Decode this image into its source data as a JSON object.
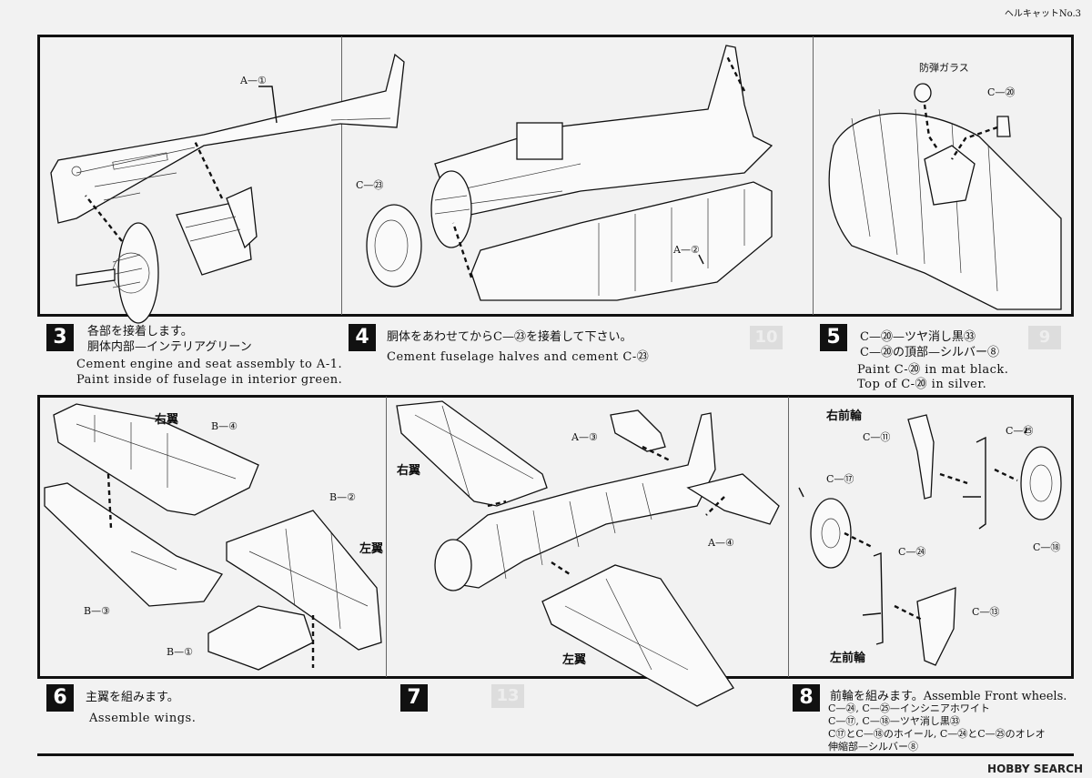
{
  "header": {
    "page_label": "ヘルキャットNo.3"
  },
  "steps": [
    {
      "num": "3",
      "jp1": "各部を接着します。",
      "jp2": "胴体内部—インテリアグリーン",
      "en1": "Cement engine and seat assembly to A-1.",
      "en2": "Paint inside of fuselage in interior green."
    },
    {
      "num": "4",
      "jp1": "胴体をあわせてからC—㉓を接着して下さい。",
      "en1": "Cement fuselage halves and cement C-㉓"
    },
    {
      "num": "5",
      "jp1": "C—⑳—ツヤ消し黒㉝",
      "jp2": "C—⑳の頂部—シルバー⑧",
      "en1": "Paint C-⑳ in mat black.",
      "en2": "Top of C-⑳ in silver."
    },
    {
      "num": "6",
      "jp1": "主翼を組みます。",
      "en1": "Assemble wings."
    },
    {
      "num": "7"
    },
    {
      "num": "8",
      "jp1": "前輪を組みます。Assemble Front wheels.",
      "jp2": "C—㉔, C—㉕—インシニアホワイト",
      "jp3": "C—⑰, C—⑱—ツヤ消し黒㉝",
      "jp4": "C⑰とC—⑱のホイール, C—㉔とC—㉕のオレオ",
      "jp5": "伸縮部—シルバー⑧"
    }
  ],
  "labels": {
    "a1": "A—①",
    "c23": "C—㉓",
    "a2": "A—②",
    "glass": "防弾ガラス",
    "c20": "C—⑳",
    "right_wing": "右翼",
    "left_wing": "左翼",
    "b4": "B—④",
    "b2": "B—②",
    "b3": "B—③",
    "b1": "B—①",
    "a3": "A—③",
    "a4": "A—④",
    "right_gear": "右前輪",
    "left_gear": "左前輪",
    "c11": "C—⑪",
    "c25": "C—㉕",
    "c17": "C—⑰",
    "c18": "C—⑱",
    "c24": "C—㉔",
    "c13": "C—⑬"
  },
  "ghosts": [
    "10",
    "9",
    "13"
  ],
  "watermark": "HOBBY SEARCH"
}
